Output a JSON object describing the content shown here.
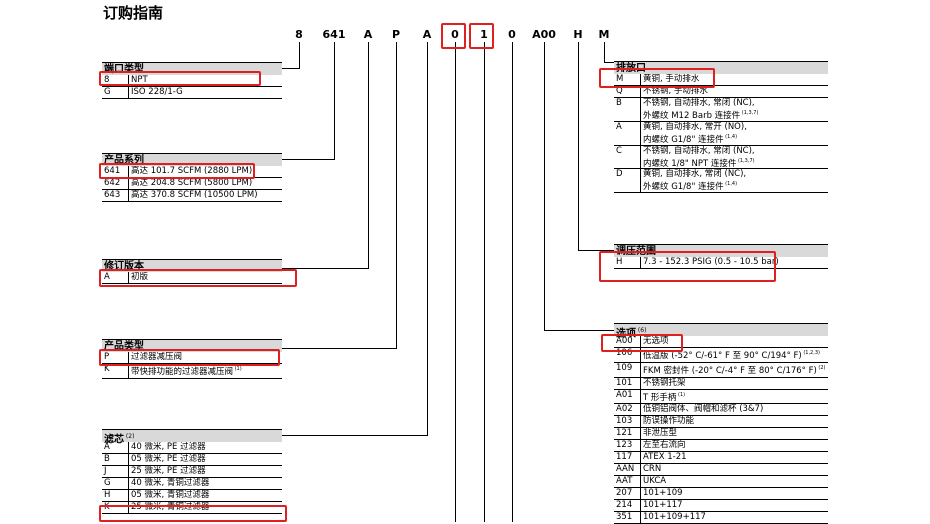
{
  "page": {
    "title": "订购指南"
  },
  "code": [
    "8",
    "641",
    "A",
    "P",
    "A",
    "0",
    "1",
    "0",
    "A00",
    "H",
    "M"
  ],
  "tables": {
    "port": {
      "title": "端口类型",
      "rows": [
        {
          "code": "8",
          "desc": "NPT"
        },
        {
          "code": "G",
          "desc": "ISO 228/1-G"
        }
      ]
    },
    "series": {
      "title": "产品系列",
      "rows": [
        {
          "code": "641",
          "desc": "高达 101.7 SCFM (2880 LPM)"
        },
        {
          "code": "642",
          "desc": "高达 204.8 SCFM (5800 LPM)"
        },
        {
          "code": "643",
          "desc": "高达 370.8 SCFM (10500 LPM)"
        }
      ]
    },
    "revision": {
      "title": "修订版本",
      "rows": [
        {
          "code": "A",
          "desc": "初版"
        }
      ]
    },
    "product_type": {
      "title": "产品类型",
      "rows": [
        {
          "code": "P",
          "desc": "过滤器减压阀"
        },
        {
          "code": "K",
          "desc": "带快排功能的过滤器减压阀",
          "sup": "(1)"
        }
      ]
    },
    "element": {
      "title": "滤芯",
      "title_sup": "(2)",
      "rows": [
        {
          "code": "A",
          "desc": "40 微米, PE 过滤器"
        },
        {
          "code": "B",
          "desc": "05 微米, PE 过滤器"
        },
        {
          "code": "J",
          "desc": "25 微米, PE 过滤器"
        },
        {
          "code": "G",
          "desc": "40 微米, 青铜过滤器"
        },
        {
          "code": "H",
          "desc": "05 微米, 青铜过滤器"
        },
        {
          "code": "K",
          "desc": "25 微米, 青铜过滤器"
        }
      ]
    },
    "drain": {
      "title": "排放口",
      "rows": [
        {
          "code": "M",
          "lines": [
            "黄铜, 手动排水"
          ]
        },
        {
          "code": "Q",
          "lines": [
            "不锈钢, 手动排水"
          ]
        },
        {
          "code": "B",
          "lines": [
            "不锈钢, 自动排水, 常闭 (NC),",
            "外螺纹 M12 Barb 连接件"
          ],
          "sup": "(1,3,7)"
        },
        {
          "code": "A",
          "lines": [
            "黄铜, 自动排水, 常开 (NO),",
            "内螺纹 G1/8\" 连接件"
          ],
          "sup": "(1,4)"
        },
        {
          "code": "C",
          "lines": [
            "不锈钢, 自动排水, 常闭 (NC),",
            "内螺纹 1/8\" NPT 连接件"
          ],
          "sup": "(1,3,7)"
        },
        {
          "code": "D",
          "lines": [
            "黄铜, 自动排水, 常闭 (NC),",
            "外螺纹 G1/8\" 连接件"
          ],
          "sup": "(1,4)"
        }
      ]
    },
    "pressure": {
      "title": "调压范围",
      "rows": [
        {
          "code": "H",
          "desc": "7.3 - 152.3 PSIG (0.5 - 10.5 bar)"
        }
      ]
    },
    "options": {
      "title": "选项",
      "title_sup": "(6)",
      "rows": [
        {
          "code": "A00",
          "desc": "无选项"
        },
        {
          "code": "106",
          "desc": "低温版 (-52° C/-61° F 至 90° C/194° F)",
          "sup": "(1,2,3)"
        },
        {
          "code": "109",
          "desc": "FKM 密封件 (-20° C/-4° F 至 80° C/176° F)",
          "sup": "(2)"
        },
        {
          "code": "101",
          "desc": "不锈钢托架"
        },
        {
          "code": "A01",
          "desc": "T 形手柄",
          "sup": "(1)"
        },
        {
          "code": "A02",
          "desc": "低铜铝阀体、阀帽和滤杯 (3&7)"
        },
        {
          "code": "103",
          "desc": "防误操作功能"
        },
        {
          "code": "121",
          "desc": "非泄压型"
        },
        {
          "code": "123",
          "desc": "左至右流向"
        },
        {
          "code": "117",
          "desc": "ATEX 1-21"
        },
        {
          "code": "AAN",
          "desc": "CRN"
        },
        {
          "code": "AAT",
          "desc": "UKCA"
        },
        {
          "code": "207",
          "desc": "101+109"
        },
        {
          "code": "214",
          "desc": "101+117"
        },
        {
          "code": "351",
          "desc": "101+109+117"
        }
      ]
    }
  }
}
